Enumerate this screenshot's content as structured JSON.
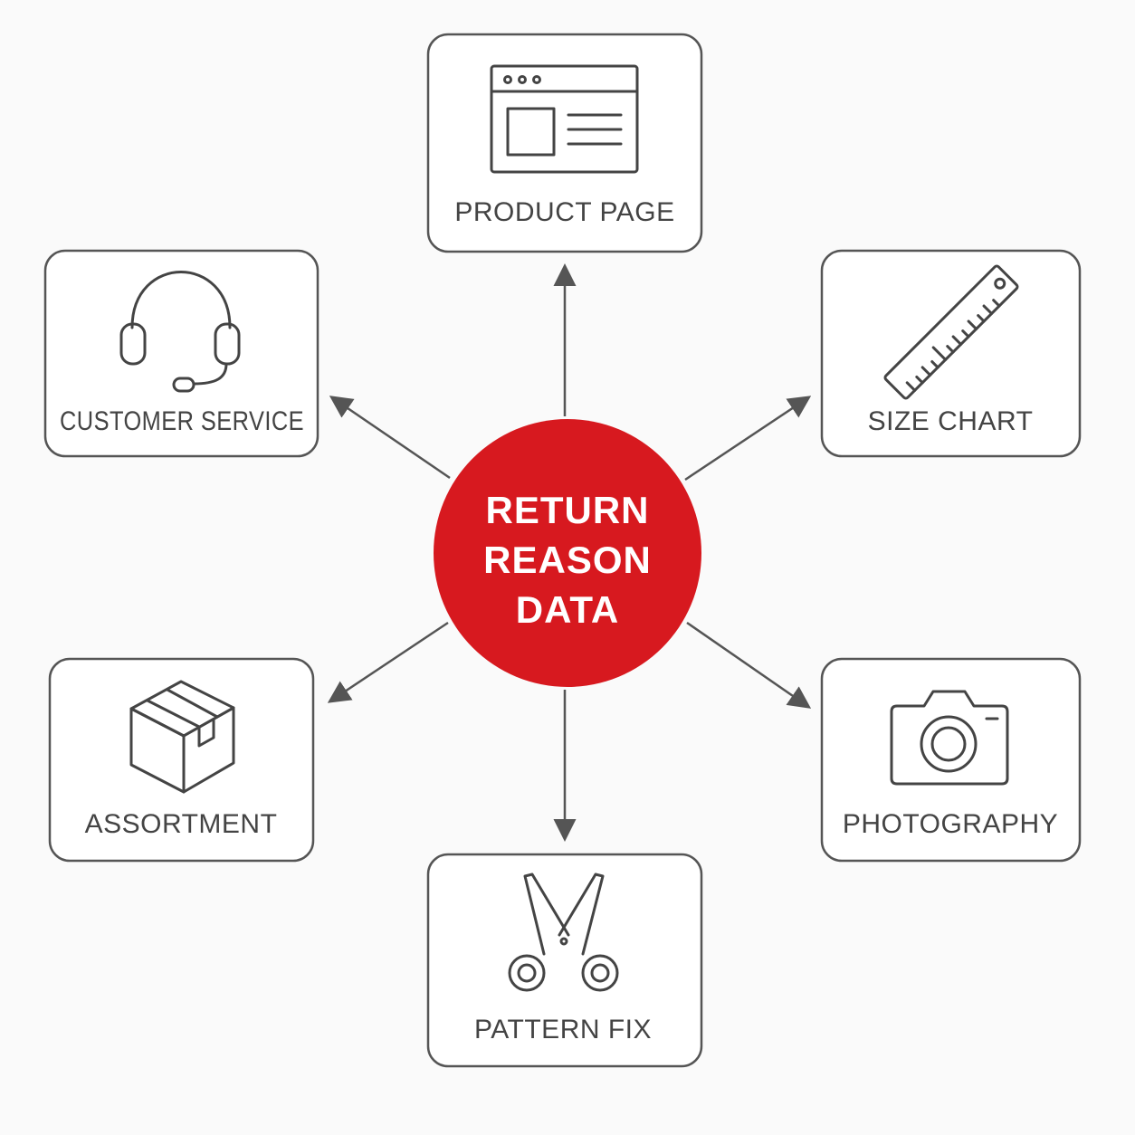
{
  "center": {
    "lines": [
      "RETURN",
      "REASON",
      "DATA"
    ],
    "color": "#d7191f"
  },
  "nodes": {
    "product_page": {
      "label": "PRODUCT PAGE",
      "icon": "browser-window-icon"
    },
    "customer_service": {
      "label": "CUSTOMER SERVICE",
      "icon": "headset-icon"
    },
    "size_chart": {
      "label": "SIZE CHART",
      "icon": "ruler-icon"
    },
    "assortment": {
      "label": "ASSORTMENT",
      "icon": "box-icon"
    },
    "photography": {
      "label": "PHOTOGRAPHY",
      "icon": "camera-icon"
    },
    "pattern_fix": {
      "label": "PATTERN FIX",
      "icon": "scissors-icon"
    }
  },
  "colors": {
    "outline": "#555555",
    "text": "#444444",
    "background": "#fafafa"
  }
}
